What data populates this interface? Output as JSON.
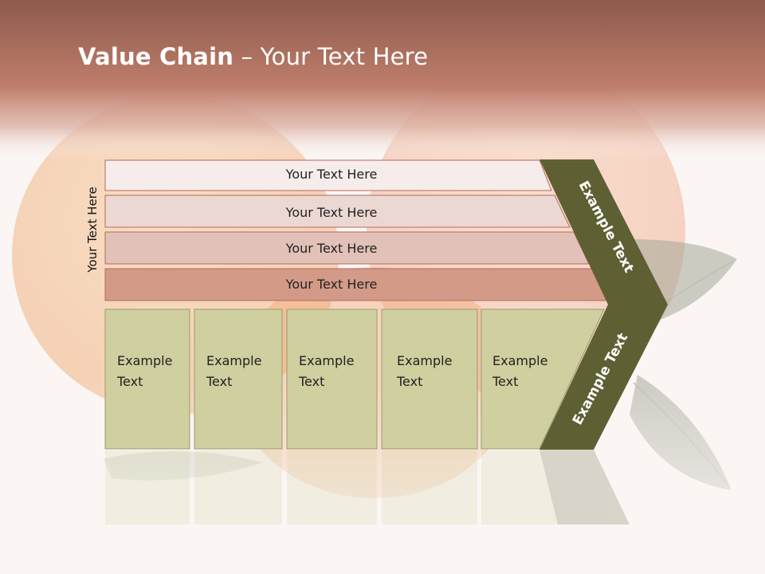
{
  "title": {
    "bold": "Value Chain",
    "rest": " – Your Text Here"
  },
  "side_label": "Your Text Here",
  "rows": [
    {
      "label": "Your Text Here",
      "fill": "#f6eceb"
    },
    {
      "label": "Your Text Here",
      "fill": "#ecd8d3"
    },
    {
      "label": "Your Text Here",
      "fill": "#e2c1b8"
    },
    {
      "label": "Your Text Here",
      "fill": "#d39a88"
    }
  ],
  "columns": [
    {
      "line1": "Example",
      "line2": "Text"
    },
    {
      "line1": "Example",
      "line2": "Text"
    },
    {
      "line1": "Example",
      "line2": "Text"
    },
    {
      "line1": "Example",
      "line2": "Text"
    },
    {
      "line1": "Example",
      "line2": "Text"
    }
  ],
  "chevron": {
    "upper_label": "Example Text",
    "lower_label": "Example Text"
  },
  "colors": {
    "header_band": "#b8786a",
    "chevron_fill": "#5e6033",
    "column_fill": "#cfcf9f",
    "row_stroke": "#b46b5c",
    "column_stroke": "#9c9c70"
  }
}
